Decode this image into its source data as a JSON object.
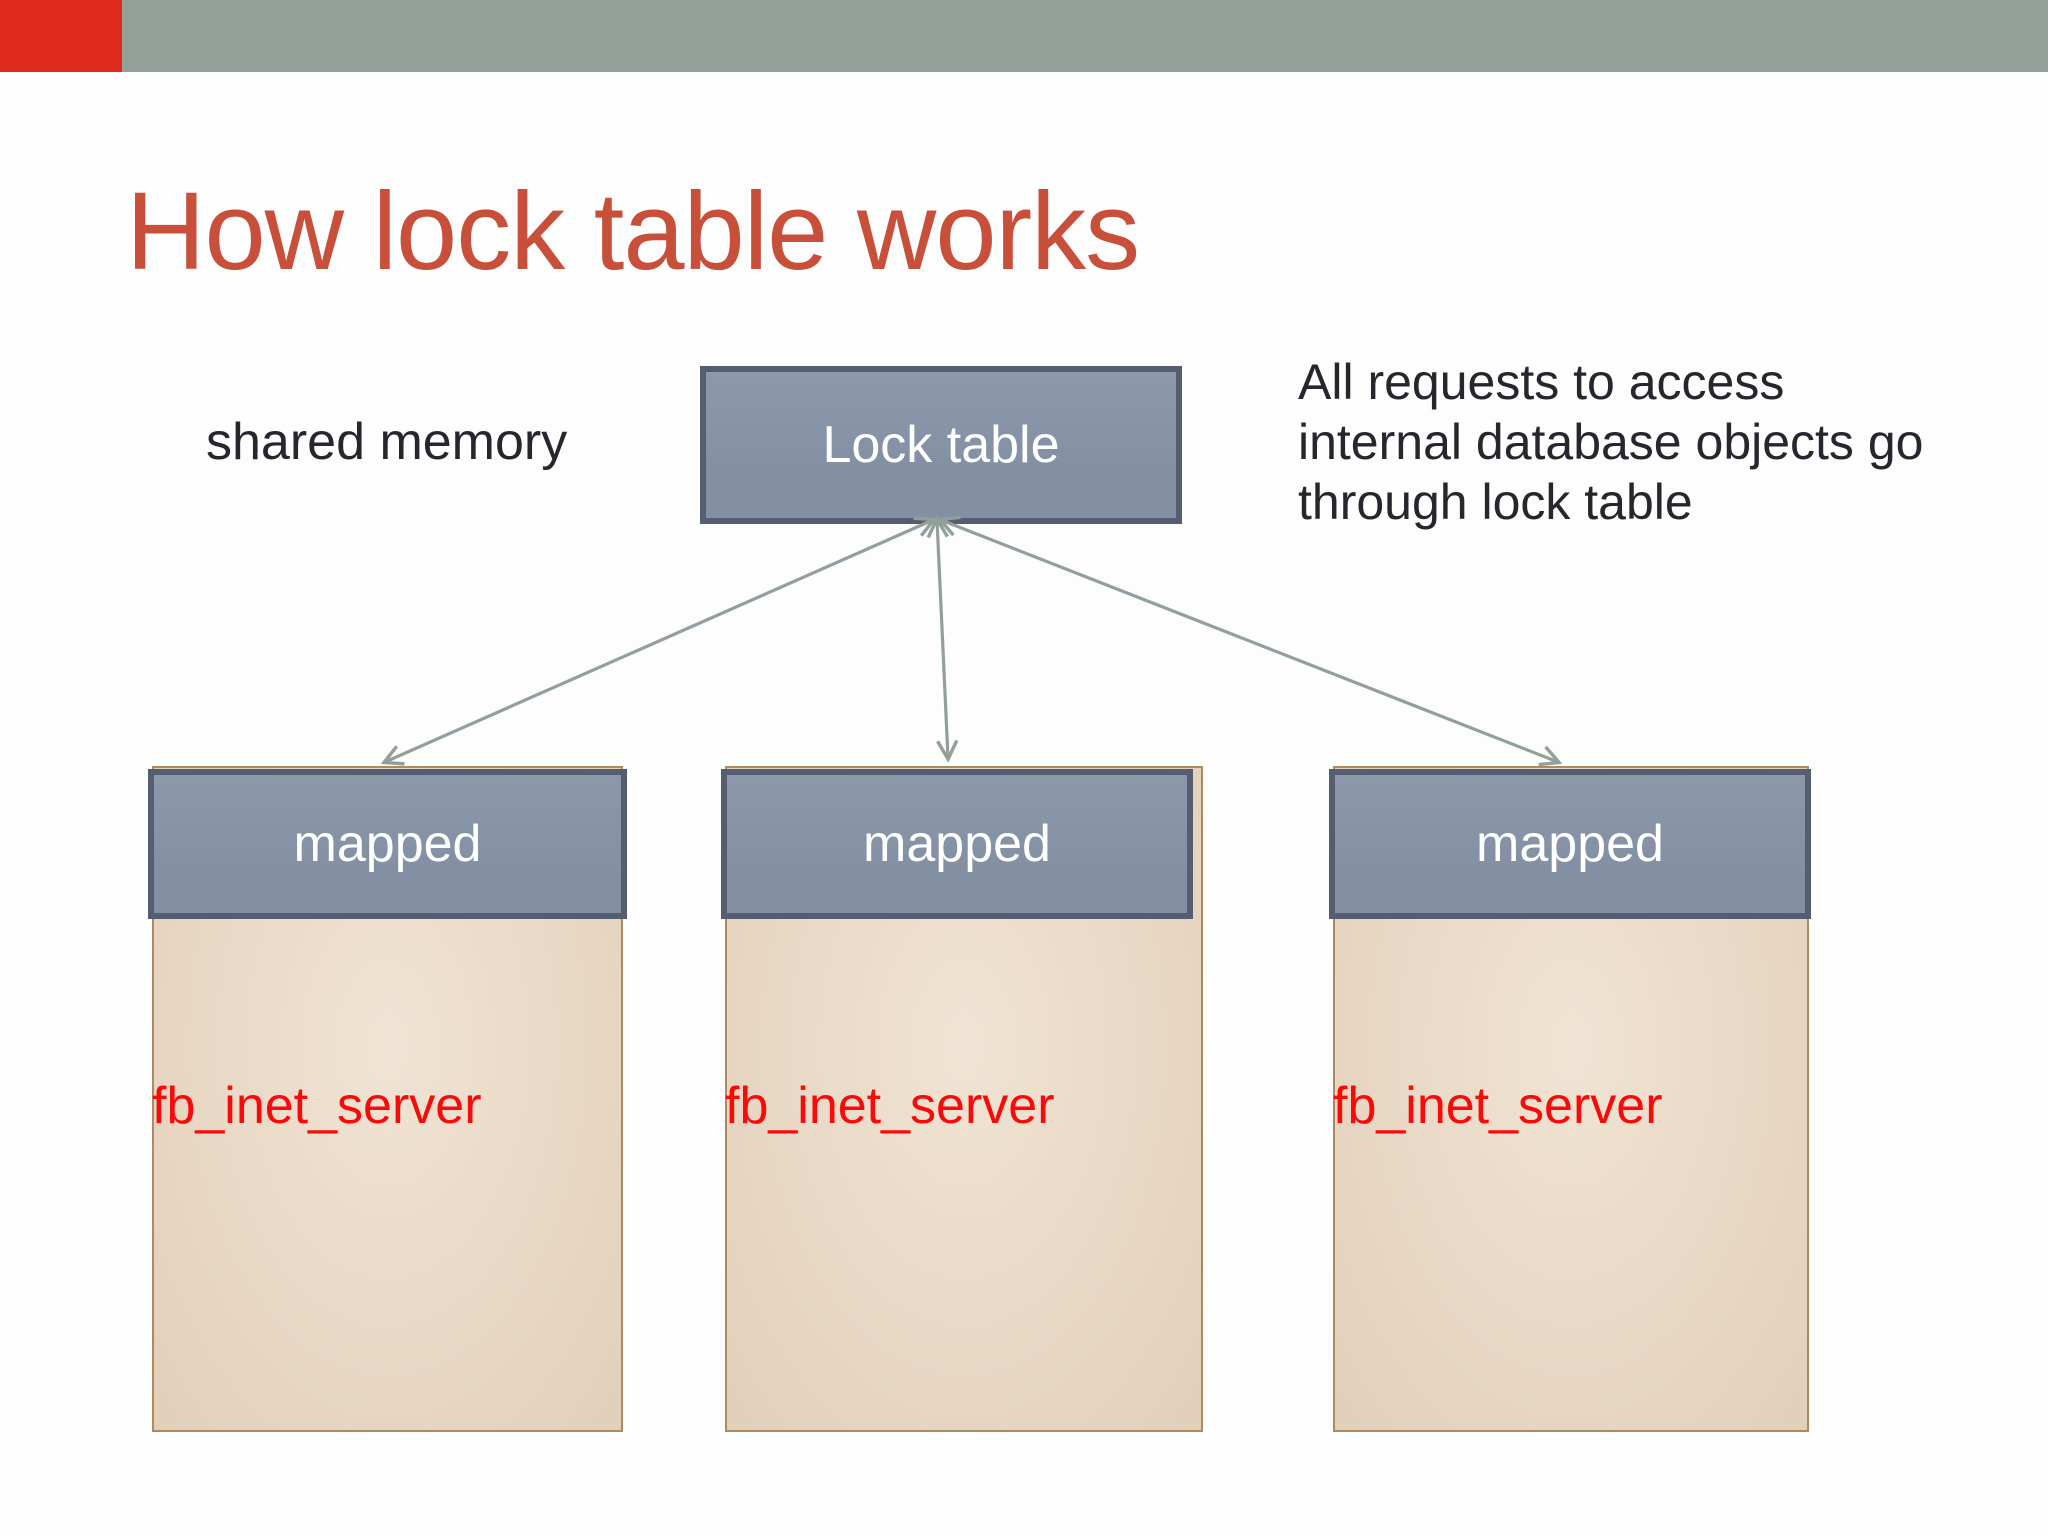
{
  "slide": {
    "title": "How lock table works"
  },
  "labels": {
    "shared_memory": "shared memory",
    "lock_table": "Lock table"
  },
  "note": {
    "lines": [
      "All requests to access",
      "internal database objects go",
      "through lock table"
    ]
  },
  "boxes": [
    {
      "header_label": "mapped",
      "process_label": "fb_inet_server"
    },
    {
      "header_label": "mapped",
      "process_label": "fb_inet_server"
    },
    {
      "header_label": "mapped",
      "process_label": "fb_inet_server"
    }
  ],
  "colors": {
    "top_bar": "#93a19a",
    "accent_square": "#df2b1d",
    "title": "#c8503a",
    "text_dark": "#26262c",
    "slate_fill": "#8390a3",
    "slate_border": "#545e70",
    "tan_fill": "#e9d8c5",
    "tan_border": "#aa8b62",
    "fb_red": "#fb0909",
    "arrow": "#93a099",
    "background": "#fdfdfe"
  }
}
